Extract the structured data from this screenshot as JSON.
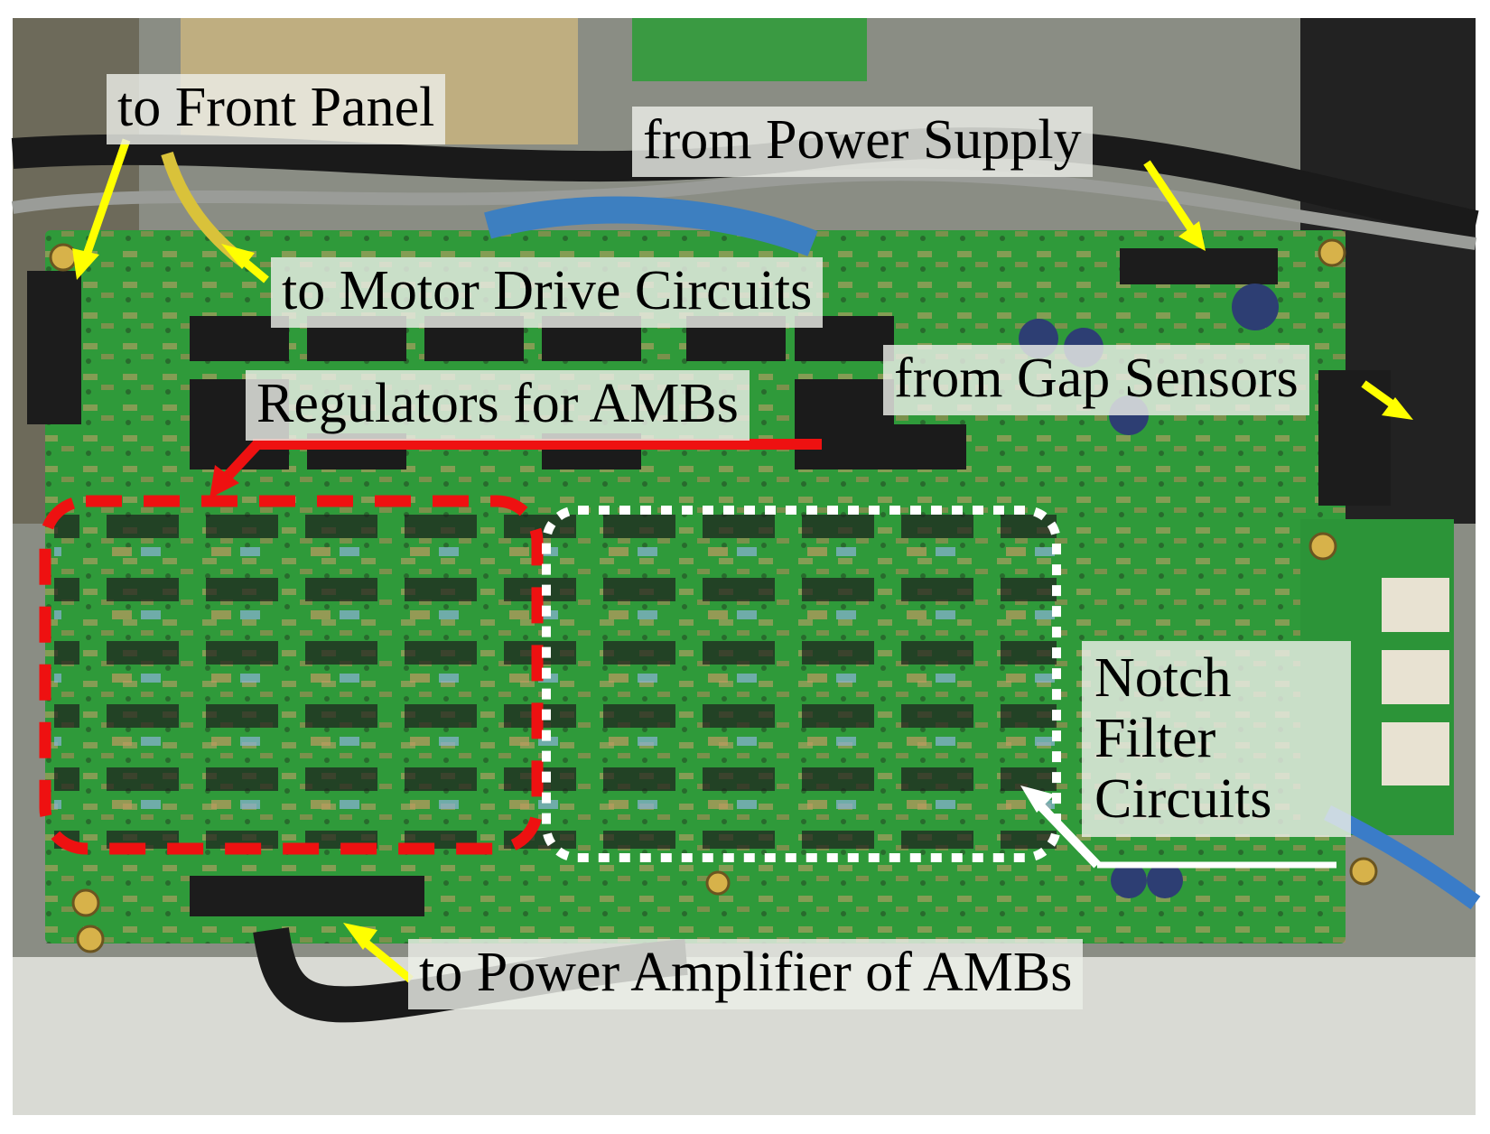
{
  "labels": {
    "front_panel": "to Front Panel",
    "power_supply": "from Power Supply",
    "motor_drive": "to Motor Drive Circuits",
    "regulators": "Regulators for AMBs",
    "gap_sensors": "from Gap Sensors",
    "notch_line1": "Notch",
    "notch_line2": "Filter",
    "notch_line3": "Circuits",
    "power_amp": "to Power Amplifier of AMBs"
  },
  "colors": {
    "arrow_yellow": "#ffff00",
    "regulator_box": "#ee1111",
    "notch_box": "#ffffff",
    "pcb_green": "#2f9a3a"
  }
}
